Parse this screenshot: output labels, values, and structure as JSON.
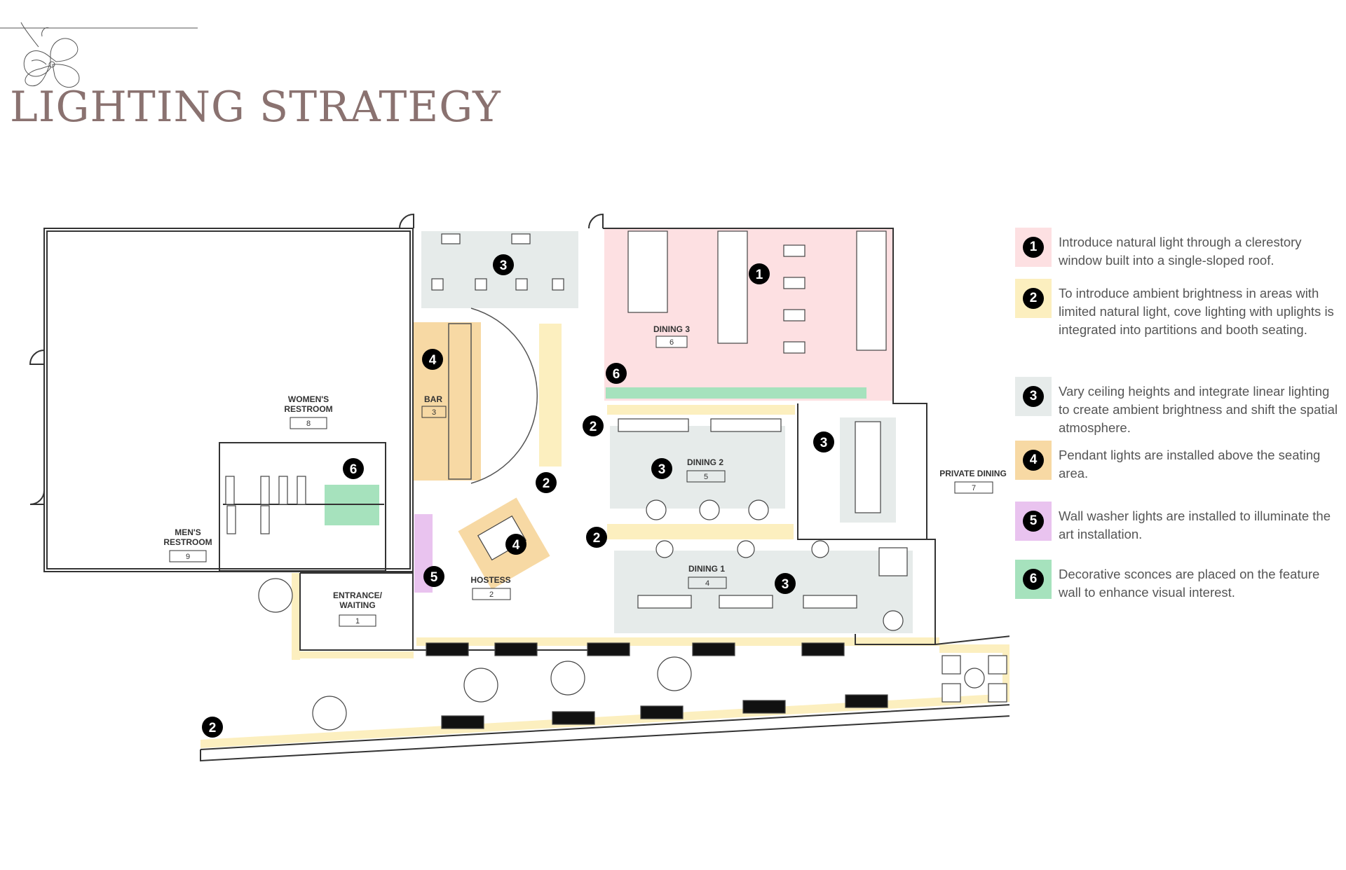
{
  "title": "LIGHTING STRATEGY",
  "colors": {
    "zone_1": "#fde0e2",
    "zone_2": "#fcefbf",
    "zone_3": "#e6ebea",
    "zone_4": "#f7d9a4",
    "zone_5": "#e9c3ef",
    "zone_6": "#a6e2bd",
    "marker": "#000000",
    "title": "#8a7270"
  },
  "rooms": [
    {
      "name": "DINING 3",
      "number": "6"
    },
    {
      "name": "BAR",
      "number": "3"
    },
    {
      "name": "WOMEN'S",
      "name2": "RESTROOM",
      "number": "8"
    },
    {
      "name": "DINING 2",
      "number": "5"
    },
    {
      "name": "PRIVATE DINING",
      "number": "7"
    },
    {
      "name": "MEN'S",
      "name2": "RESTROOM",
      "number": "9"
    },
    {
      "name": "HOSTESS",
      "number": "2"
    },
    {
      "name": "DINING 1",
      "number": "4"
    },
    {
      "name": "ENTRANCE/",
      "name2": "WAITING",
      "number": "1"
    }
  ],
  "legend": [
    {
      "number": "1",
      "text": "Introduce natural light through a clerestory window built into a single-sloped roof."
    },
    {
      "number": "2",
      "text": "To introduce ambient brightness in areas with limited natural light, cove lighting with uplights is integrated into partitions and booth seating."
    },
    {
      "number": "3",
      "text": "Vary ceiling heights and integrate linear lighting to create ambient brightness and shift the spatial atmosphere."
    },
    {
      "number": "4",
      "text": "Pendant lights are installed above the seating area."
    },
    {
      "number": "5",
      "text": "Wall washer lights are installed to illuminate the art installation."
    },
    {
      "number": "6",
      "text": "Decorative sconces are placed on the feature wall to enhance visual interest."
    }
  ],
  "markers": [
    "1",
    "3",
    "3",
    "3",
    "3",
    "4",
    "4",
    "6",
    "6",
    "2",
    "2",
    "2",
    "2",
    "5"
  ]
}
